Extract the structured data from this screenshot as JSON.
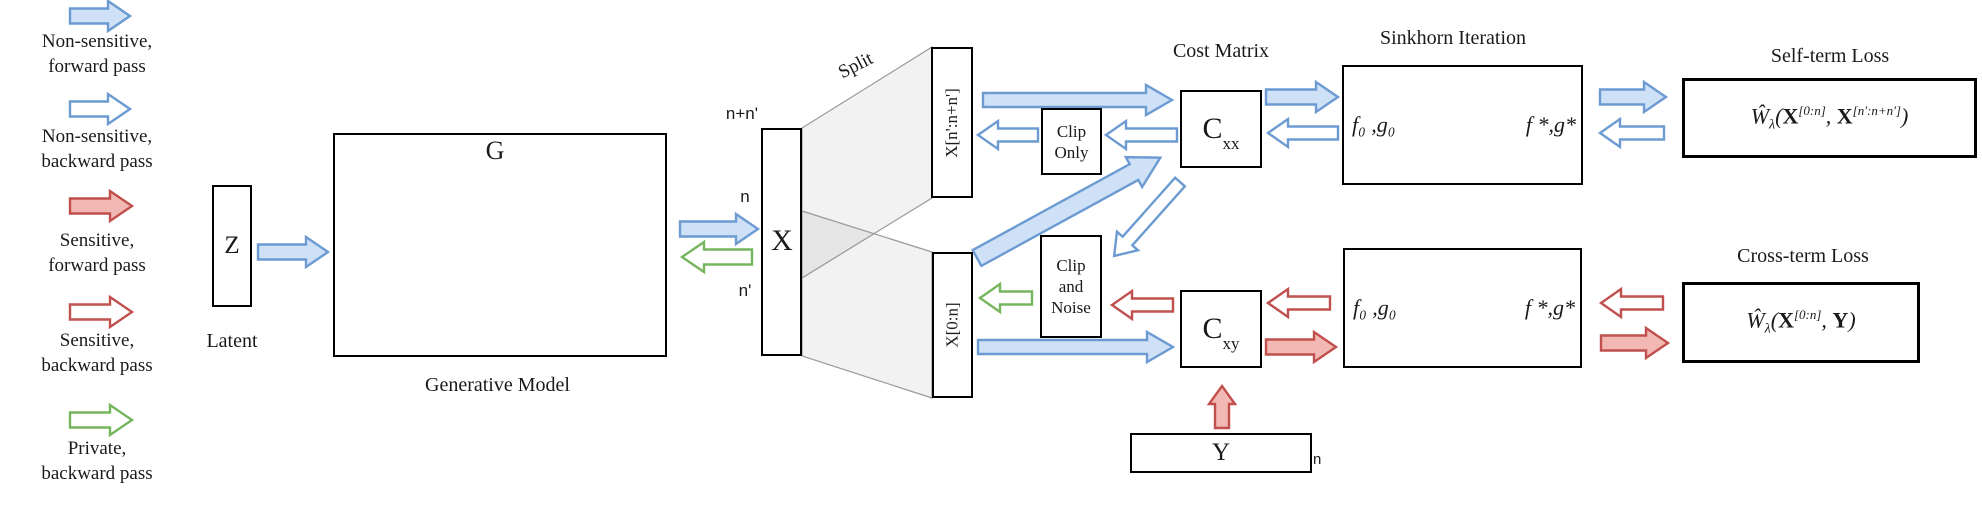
{
  "legend": {
    "items": [
      {
        "arrow": "blue-filled",
        "line1": "Non-sensitive,",
        "line2": "forward pass"
      },
      {
        "arrow": "blue-outline",
        "line1": "Non-sensitive,",
        "line2": "backward pass"
      },
      {
        "arrow": "red-filled",
        "line1": "Sensitive,",
        "line2": "forward pass"
      },
      {
        "arrow": "red-outline",
        "line1": "Sensitive,",
        "line2": "backward pass"
      },
      {
        "arrow": "green-outline",
        "line1": "Private,",
        "line2": "backward pass"
      }
    ]
  },
  "latent": {
    "box_label": "Z",
    "caption": "Latent"
  },
  "generator": {
    "label": "G",
    "caption": "Generative Model"
  },
  "split": {
    "label": "Split",
    "x_label": "X",
    "top_index": "n+n'",
    "mid_index": "n",
    "bottom_index": "n'",
    "top_slice": "X[n':n+n']",
    "bottom_slice": "X[0:n]"
  },
  "clip_only": {
    "label": "Clip Only"
  },
  "clip_noise": {
    "label": "Clip and Noise"
  },
  "cost_matrix": {
    "title": "Cost Matrix",
    "cxx": {
      "base": "C",
      "sub": "xx"
    },
    "cxy": {
      "base": "C",
      "sub": "xy"
    }
  },
  "y_box": {
    "label": "Y",
    "sub": "n"
  },
  "sinkhorn": {
    "title": "Sinkhorn Iteration",
    "init": "f₀ ,g₀",
    "result": "f *,g*"
  },
  "self_term": {
    "title": "Self-term Loss",
    "formula": {
      "w": "Ŵ",
      "sub": "λ",
      "open": "(",
      "x1": "X",
      "sup1": "[0:n]",
      "comma": ", ",
      "x2": "X",
      "sup2": "[n':n+n']",
      "close": ")"
    }
  },
  "cross_term": {
    "title": "Cross-term Loss",
    "formula": {
      "w": "Ŵ",
      "sub": "λ",
      "open": "(",
      "x1": "X",
      "sup1": "[0:n]",
      "comma": ", ",
      "y": "Y",
      "close": ")"
    }
  },
  "colors": {
    "blue_border": "#6c9bd2",
    "blue_fill": "#cfe1f6",
    "red_border": "#c0504d",
    "red_fill": "#f2b8b4",
    "green_border": "#76b55e",
    "outline_fill": "#ffffff",
    "box_border": "#000000"
  }
}
